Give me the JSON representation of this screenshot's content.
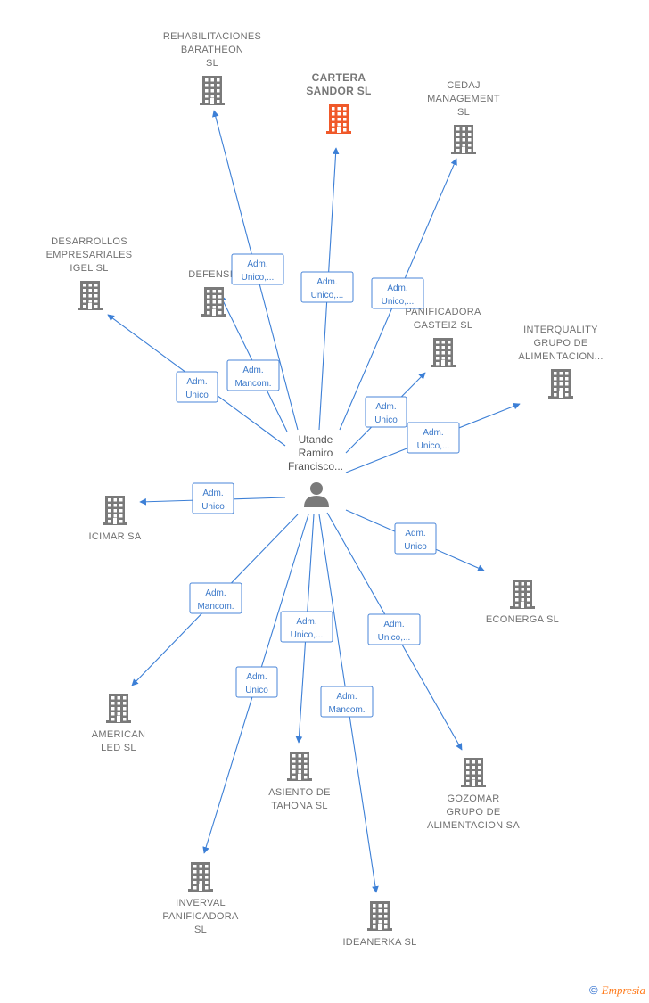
{
  "colors": {
    "edge": "#3c7fd6",
    "building": "#7a7a7a",
    "highlight": "#f0592a",
    "person": "#7a7a7a"
  },
  "center": {
    "lines": [
      "Utande",
      "Ramiro",
      "Francisco..."
    ],
    "icon": "person-icon"
  },
  "companies": [
    {
      "id": "rehabilitaciones",
      "lines": [
        "REHABILITACIONES",
        "BARATHEON",
        "SL"
      ],
      "role": [
        "Adm.",
        "Unico,..."
      ]
    },
    {
      "id": "cartera-sandor",
      "lines": [
        "CARTERA",
        "SANDOR  SL"
      ],
      "role": [
        "Adm.",
        "Unico,..."
      ],
      "highlight": true
    },
    {
      "id": "cedaj",
      "lines": [
        "CEDAJ",
        "MANAGEMENT",
        "SL"
      ],
      "role": [
        "Adm.",
        "Unico,..."
      ]
    },
    {
      "id": "desarrollos",
      "lines": [
        "DESARROLLOS",
        "EMPRESARIALES",
        "IGEL SL"
      ],
      "role": [
        "Adm.",
        "Unico"
      ]
    },
    {
      "id": "defensia",
      "lines": [
        "DEFENSIA"
      ],
      "role": [
        "Adm.",
        "Mancom."
      ]
    },
    {
      "id": "panificadora-gasteiz",
      "lines": [
        "PANIFICADORA",
        "GASTEIZ  SL"
      ],
      "role": [
        "Adm.",
        "Unico"
      ]
    },
    {
      "id": "interquality",
      "lines": [
        "INTERQUALITY",
        "GRUPO DE",
        "ALIMENTACION..."
      ],
      "role": [
        "Adm.",
        "Unico,..."
      ]
    },
    {
      "id": "icimar",
      "lines": [
        "ICIMAR SA"
      ],
      "role": [
        "Adm.",
        "Unico"
      ]
    },
    {
      "id": "econerga",
      "lines": [
        "ECONERGA  SL"
      ],
      "role": [
        "Adm.",
        "Unico"
      ]
    },
    {
      "id": "american-led",
      "lines": [
        "AMERICAN",
        "LED  SL"
      ],
      "role": [
        "Adm.",
        "Mancom."
      ]
    },
    {
      "id": "asiento-tahona",
      "lines": [
        "ASIENTO DE",
        "TAHONA  SL"
      ],
      "role": [
        "Adm.",
        "Unico,..."
      ]
    },
    {
      "id": "gozomar",
      "lines": [
        "GOZOMAR",
        "GRUPO DE",
        "ALIMENTACION SA"
      ],
      "role": [
        "Adm.",
        "Unico,..."
      ]
    },
    {
      "id": "inverval",
      "lines": [
        "INVERVAL",
        "PANIFICADORA",
        "SL"
      ],
      "role": [
        "Adm.",
        "Unico"
      ]
    },
    {
      "id": "ideanerka",
      "lines": [
        "IDEANERKA SL"
      ],
      "role": [
        "Adm.",
        "Mancom."
      ]
    }
  ],
  "footer": {
    "copyright_symbol": "©",
    "brand": "Empresia"
  }
}
